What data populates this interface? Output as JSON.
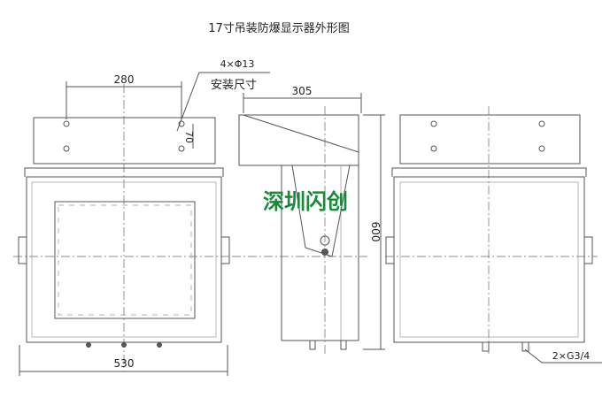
{
  "title": "17寸吊装防爆显示器外形图",
  "watermark": "深圳闪创",
  "watermark_color": "#1a8a3a",
  "labels": {
    "hole_spec": "4×Φ13",
    "install_size": "安装尺寸",
    "width_mount": "280",
    "height_mount": "70",
    "depth": "305",
    "height": "600",
    "width": "530",
    "gland": "2×G3/4"
  }
}
